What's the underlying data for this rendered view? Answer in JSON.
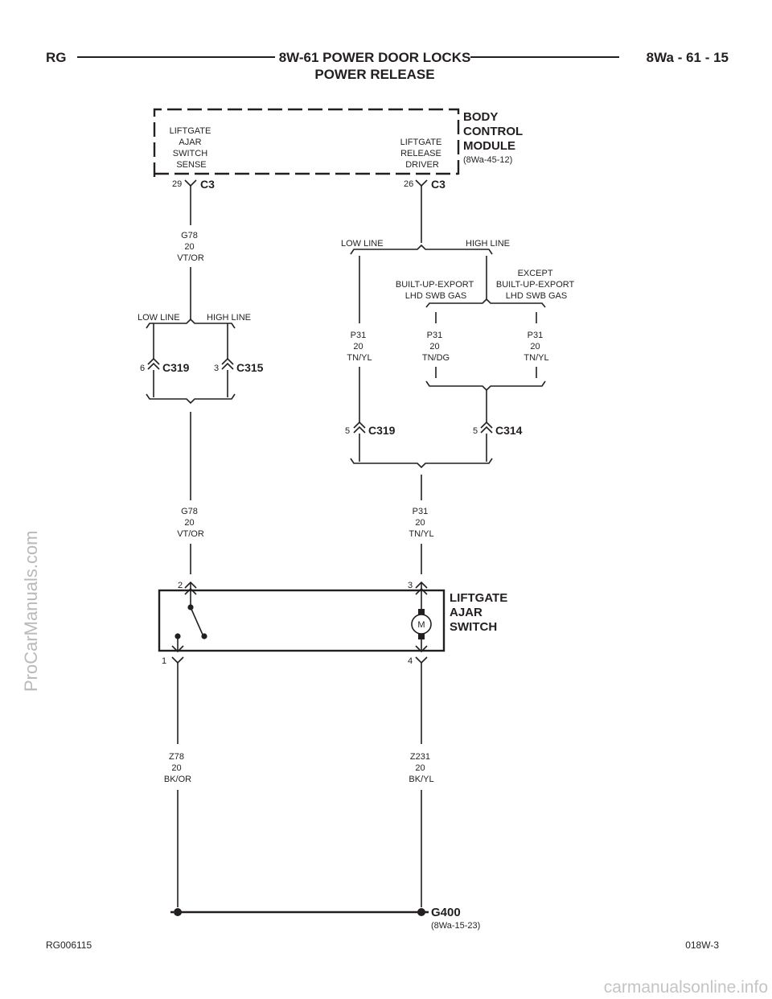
{
  "header": {
    "left": "RG",
    "title_line1": "8W-61 POWER DOOR LOCKS",
    "title_line2": "POWER RELEASE",
    "right": "8Wa - 61 - 15"
  },
  "bcm": {
    "name_line1": "BODY",
    "name_line2": "CONTROL",
    "name_line3": "MODULE",
    "ref": "(8Wa-45-12)",
    "func_left": [
      "LIFTGATE",
      "AJAR",
      "SWITCH",
      "SENSE"
    ],
    "func_right": [
      "LIFTGATE",
      "RELEASE",
      "DRIVER"
    ],
    "pin_left": "29",
    "pin_right": "26",
    "connector": "C3"
  },
  "wires": {
    "g78": [
      "G78",
      "20",
      "VT/OR"
    ],
    "p31_tnyl": [
      "P31",
      "20",
      "TN/YL"
    ],
    "p31_tndg": [
      "P31",
      "20",
      "TN/DG"
    ],
    "z78": [
      "Z78",
      "20",
      "BK/OR"
    ],
    "z231": [
      "Z231",
      "20",
      "BK/YL"
    ]
  },
  "splits": {
    "low_line": "LOW LINE",
    "high_line": "HIGH LINE",
    "built_up_export": [
      "BUILT-UP-EXPORT",
      "LHD SWB GAS"
    ],
    "except_built_up_export": [
      "EXCEPT",
      "BUILT-UP-EXPORT",
      "LHD SWB GAS"
    ]
  },
  "connectors": {
    "c319": "C319",
    "c315": "C315",
    "c314": "C314",
    "pin_6": "6",
    "pin_3": "3",
    "pin_5": "5"
  },
  "switch": {
    "name_line1": "LIFTGATE",
    "name_line2": "AJAR",
    "name_line3": "SWITCH",
    "pin_2": "2",
    "pin_3": "3",
    "pin_1": "1",
    "pin_4": "4",
    "motor_symbol": "M"
  },
  "ground": {
    "name": "G400",
    "ref": "(8Wa-15-23)"
  },
  "footer": {
    "left": "RG006115",
    "right": "018W-3"
  },
  "watermarks": {
    "left": "ProCarManuals.com",
    "bottom": "carmanualsonline.info"
  },
  "colors": {
    "ink": "#231f20",
    "watermark": "#b9b9b9"
  }
}
